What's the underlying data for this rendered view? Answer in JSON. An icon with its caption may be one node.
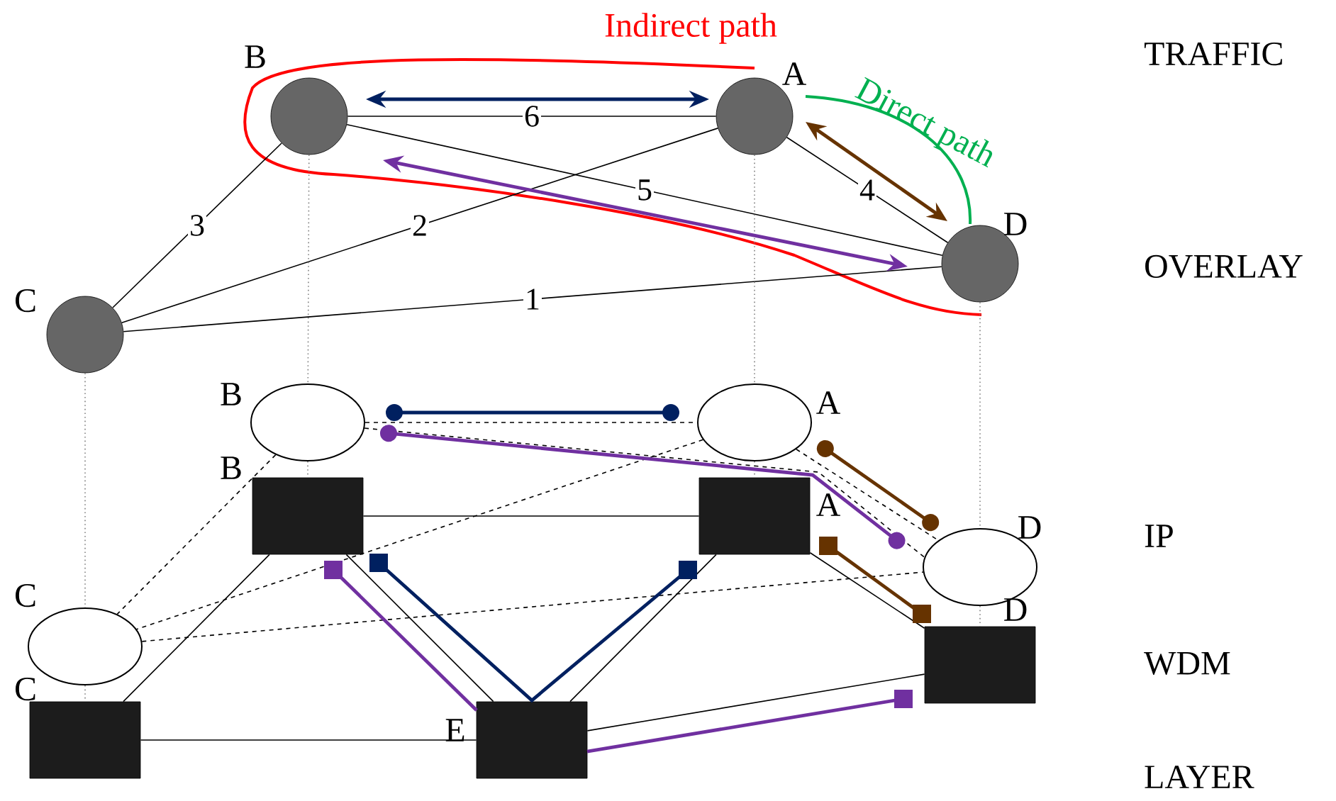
{
  "diagram": {
    "nodes": [
      {
        "text": [],
        "shape": "circle",
        "beside": [
          "B"
        ]
      },
      {
        "text": [],
        "shape": "circle",
        "beside": [
          "A"
        ]
      },
      {
        "text": [],
        "shape": "circle",
        "beside": [
          "D"
        ]
      },
      {
        "text": [],
        "shape": "circle",
        "beside": [
          "C"
        ]
      },
      {
        "text": [],
        "shape": "ellipse",
        "beside": [
          "B"
        ]
      },
      {
        "text": [],
        "shape": "ellipse",
        "beside": [
          "A"
        ]
      },
      {
        "text": [],
        "shape": "ellipse",
        "beside": [
          "D"
        ]
      },
      {
        "text": [],
        "shape": "ellipse",
        "beside": [
          "C"
        ]
      },
      {
        "text": [],
        "shape": "box",
        "beside": [
          "B"
        ]
      },
      {
        "text": [],
        "shape": "box",
        "beside": [
          "A"
        ]
      },
      {
        "text": [],
        "shape": "box",
        "beside": [
          "D"
        ]
      },
      {
        "text": [],
        "shape": "box",
        "beside": [
          "C"
        ]
      },
      {
        "text": [],
        "shape": "box",
        "beside": [
          "E"
        ]
      }
    ],
    "edges": [
      {
        "from": 0,
        "to": 1,
        "arrow": "none",
        "label": "6"
      },
      {
        "from": 0,
        "to": 2,
        "arrow": "none",
        "label": "5"
      },
      {
        "from": 1,
        "to": 3,
        "arrow": "none",
        "label": "2"
      },
      {
        "from": 0,
        "to": 3,
        "arrow": "none",
        "label": "3"
      },
      {
        "from": 1,
        "to": 2,
        "arrow": "none",
        "label": "4"
      },
      {
        "from": 3,
        "to": 2,
        "arrow": "none",
        "label": "1"
      },
      {
        "from": 0,
        "to": 4,
        "arrow": "none",
        "style": "dashed",
        "color": "#808080"
      },
      {
        "from": 1,
        "to": 5,
        "arrow": "none",
        "style": "dashed",
        "color": "#808080"
      },
      {
        "from": 2,
        "to": 6,
        "arrow": "none",
        "style": "dashed",
        "color": "#808080"
      },
      {
        "from": 3,
        "to": 7,
        "arrow": "none",
        "style": "dashed",
        "color": "#808080"
      },
      {
        "from": 4,
        "to": 8,
        "arrow": "none",
        "style": "dashed",
        "color": "#808080"
      },
      {
        "from": 5,
        "to": 9,
        "arrow": "none",
        "style": "dashed",
        "color": "#808080"
      },
      {
        "from": 6,
        "to": 10,
        "arrow": "none",
        "style": "dashed",
        "color": "#808080"
      },
      {
        "from": 7,
        "to": 11,
        "arrow": "none",
        "style": "dashed",
        "color": "#808080"
      },
      {
        "from": 4,
        "to": 5,
        "arrow": "none",
        "style": "dashed"
      },
      {
        "from": 4,
        "to": 6,
        "arrow": "none",
        "style": "dashed"
      },
      {
        "from": 4,
        "to": 7,
        "arrow": "none",
        "style": "dashed"
      },
      {
        "from": 5,
        "to": 7,
        "arrow": "none",
        "style": "dashed"
      },
      {
        "from": 5,
        "to": 6,
        "arrow": "none",
        "style": "dashed"
      },
      {
        "from": 7,
        "to": 6,
        "arrow": "none",
        "style": "dashed"
      },
      {
        "from": 8,
        "to": 9,
        "arrow": "none"
      },
      {
        "from": 8,
        "to": 12,
        "arrow": "none"
      },
      {
        "from": 8,
        "to": 11,
        "arrow": "none"
      },
      {
        "from": 9,
        "to": 12,
        "arrow": "none"
      },
      {
        "from": 9,
        "to": 10,
        "arrow": "none"
      },
      {
        "from": 11,
        "to": 12,
        "arrow": "none"
      },
      {
        "from": 12,
        "to": 10,
        "arrow": "none"
      },
      {
        "from": 0,
        "to": 1,
        "arrow": "both",
        "style": "thick",
        "color": "#002060"
      },
      {
        "from": 0,
        "to": 2,
        "arrow": "both",
        "style": "thick",
        "color": "#7030a0"
      },
      {
        "from": 1,
        "to": 2,
        "arrow": "both",
        "style": "thick",
        "color": "#663300"
      },
      {
        "from": 4,
        "to": 5,
        "arrow": "other",
        "style": "thick",
        "color": "#002060"
      },
      {
        "from": 4,
        "to": 6,
        "arrow": "other",
        "style": "thick",
        "color": "#7030a0"
      },
      {
        "from": 5,
        "to": 6,
        "arrow": "other",
        "style": "thick",
        "color": "#663300"
      },
      {
        "from": 8,
        "to": 9,
        "arrow": "other",
        "style": "thick",
        "color": "#002060"
      },
      {
        "from": 8,
        "to": 12,
        "arrow": "other",
        "style": "thick",
        "color": "#7030a0"
      },
      {
        "from": 12,
        "to": 10,
        "arrow": "other",
        "style": "thick",
        "color": "#7030a0"
      },
      {
        "from": 9,
        "to": 10,
        "arrow": "other",
        "style": "thick",
        "color": "#663300"
      }
    ],
    "labels": [
      "Indirect path",
      "Direct path",
      "TRAFFIC",
      "OVERLAY",
      "IP",
      "WDM",
      "LAYER"
    ]
  }
}
